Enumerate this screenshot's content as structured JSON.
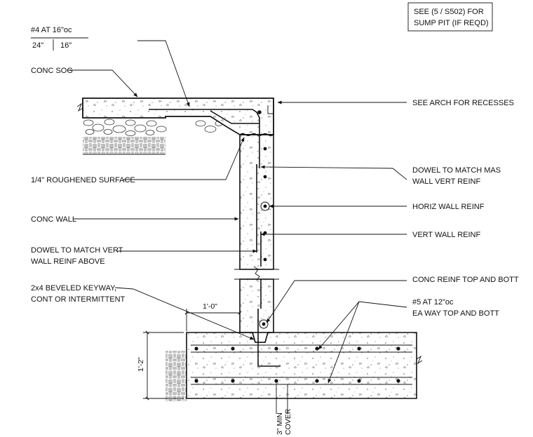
{
  "labels": {
    "note_sump": [
      "SEE (5 / S502) FOR",
      "SUMP PIT (IF REQD)"
    ],
    "slab_bar": "#4 AT 16\"oc",
    "slab_bar_lap_a": "24\"",
    "slab_bar_lap_b": "16\"",
    "conc_sog": "CONC SOG",
    "see_arch": "SEE ARCH FOR RECESSES",
    "roughened": "1/4\" ROUGHENED SURFACE",
    "dowel_mas": [
      "DOWEL TO MATCH MAS",
      "WALL VERT REINF"
    ],
    "horiz_reinf": "HORIZ WALL REINF",
    "conc_wall": "CONC WALL",
    "vert_reinf": "VERT WALL REINF",
    "dowel_vert": [
      "DOWEL TO MATCH  VERT",
      "WALL REINF ABOVE"
    ],
    "keyway": [
      "2x4 BEVELED KEYWAY,",
      "CONT OR INTERMITTENT"
    ],
    "footing_reinf": "CONC REINF TOP AND BOTT",
    "footing_bars": [
      "#5 AT 12\"oc",
      "EA WAY TOP AND BOTT"
    ],
    "dim_width": "1'-0\"",
    "dim_depth": "1'-2\"",
    "cover": [
      "3\" MIN",
      "COVER"
    ]
  }
}
